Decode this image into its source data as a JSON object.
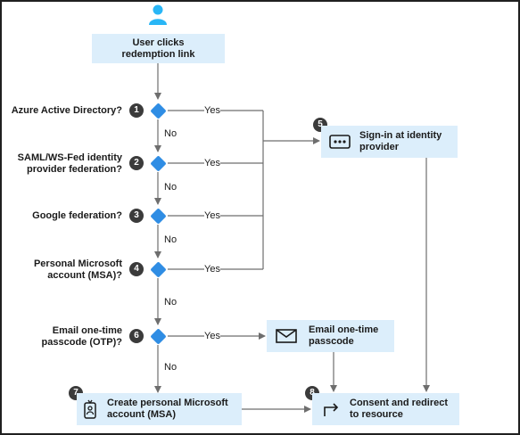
{
  "nodes": {
    "start": "User clicks\nredemption link",
    "signin_idp": "Sign-in at identity\nprovider",
    "email_otp": "Email one-time\npasscode",
    "create_msa": "Create personal Microsoft\naccount (MSA)",
    "consent": "Consent and redirect\nto resource"
  },
  "questions": [
    {
      "num": "1",
      "text": "Azure Active Directory?"
    },
    {
      "num": "2",
      "text": "SAML/WS-Fed identity\nprovider federation?"
    },
    {
      "num": "3",
      "text": "Google federation?"
    },
    {
      "num": "4",
      "text": "Personal Microsoft\naccount (MSA)?"
    },
    {
      "num": "6",
      "text": "Email one-time\npasscode (OTP)?"
    }
  ],
  "badges": {
    "signin": "5",
    "create": "7",
    "consent": "8"
  },
  "labels": {
    "yes": "Yes",
    "no": "No"
  },
  "icons": {
    "user": "user-icon",
    "password": "password-dots-icon",
    "email": "envelope-icon",
    "badge": "id-badge-icon",
    "redirect": "redirect-arrow-icon"
  },
  "colors": {
    "box": "#dceefb",
    "diamond": "#2f8de4",
    "badge": "#3b3b3b",
    "line": "#6e6e6e",
    "user": "#29b6f6"
  }
}
